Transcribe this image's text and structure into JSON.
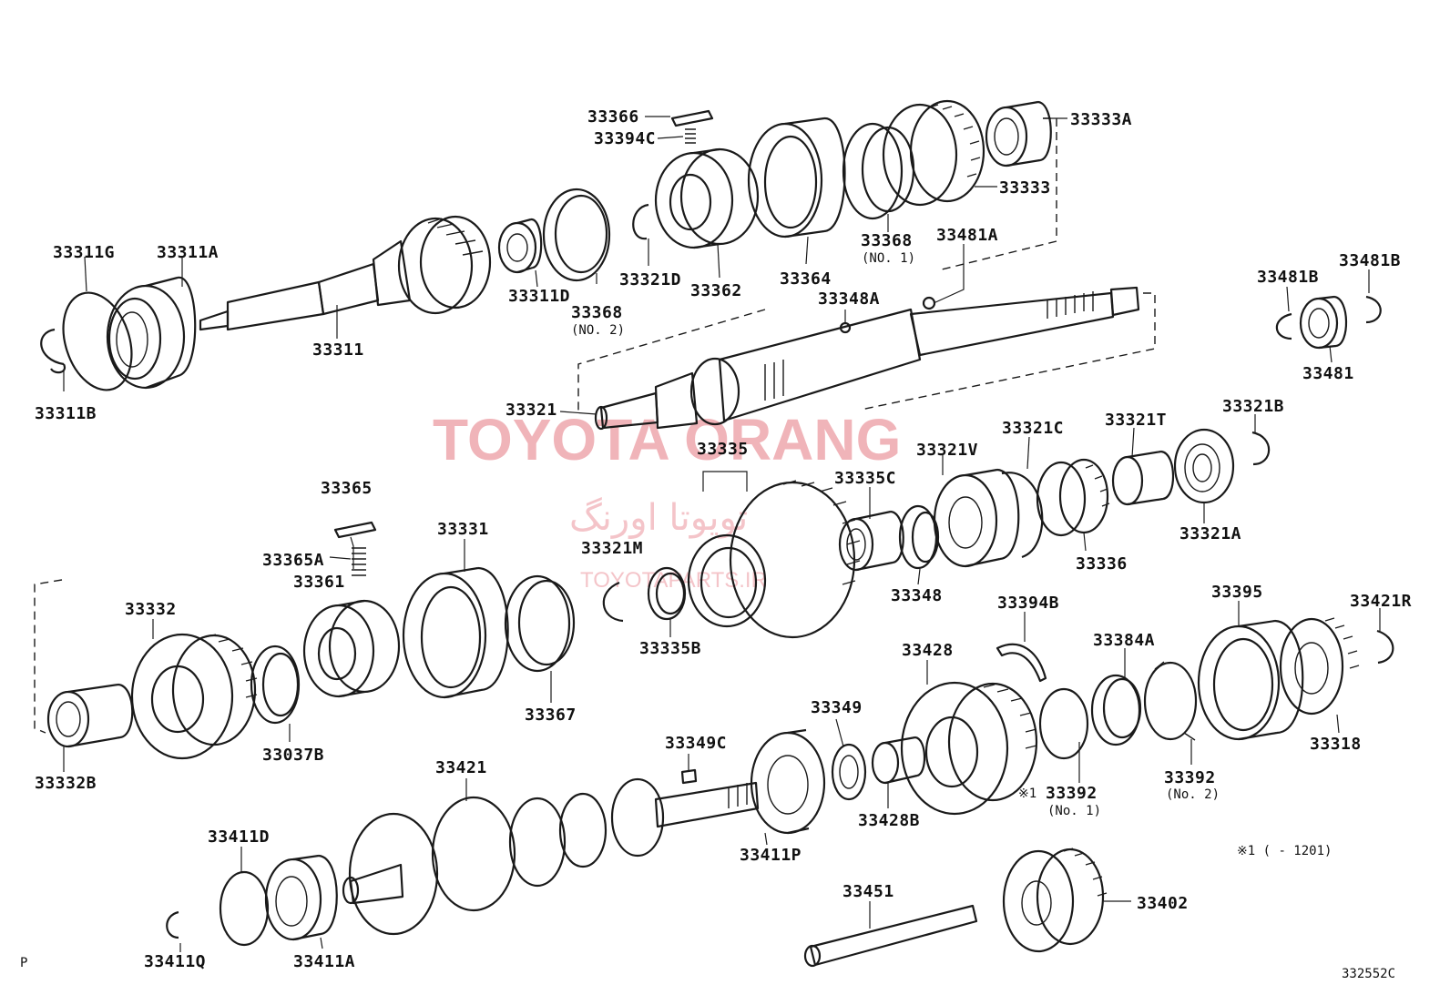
{
  "watermark": {
    "brand": "TOYOTA ORANG",
    "brand_fa": "تویوتا اورنگ",
    "site": "TOYOTAPARTS.IR"
  },
  "corner": {
    "left_code": "P",
    "diagram_code": "332552C"
  },
  "footnote": {
    "mark": "※1",
    "text": "※1 (        - 1201)"
  },
  "labels": [
    {
      "id": "33366",
      "text": "33366"
    },
    {
      "id": "33394C",
      "text": "33394C"
    },
    {
      "id": "33333A",
      "text": "33333A"
    },
    {
      "id": "33333",
      "text": "33333"
    },
    {
      "id": "33311G",
      "text": "33311G"
    },
    {
      "id": "33311A",
      "text": "33311A"
    },
    {
      "id": "33368-1",
      "text": "33368",
      "sub": "(NO. 1)"
    },
    {
      "id": "33481A",
      "text": "33481A"
    },
    {
      "id": "33311D",
      "text": "33311D"
    },
    {
      "id": "33368-2",
      "text": "33368",
      "sub": "(NO. 2)"
    },
    {
      "id": "33321D",
      "text": "33321D"
    },
    {
      "id": "33362",
      "text": "33362"
    },
    {
      "id": "33364",
      "text": "33364"
    },
    {
      "id": "33348A",
      "text": "33348A"
    },
    {
      "id": "33481B-1",
      "text": "33481B"
    },
    {
      "id": "33481B-2",
      "text": "33481B"
    },
    {
      "id": "33481",
      "text": "33481"
    },
    {
      "id": "33311",
      "text": "33311"
    },
    {
      "id": "33311B",
      "text": "33311B"
    },
    {
      "id": "33321",
      "text": "33321"
    },
    {
      "id": "33321C",
      "text": "33321C"
    },
    {
      "id": "33321T",
      "text": "33321T"
    },
    {
      "id": "33321B",
      "text": "33321B"
    },
    {
      "id": "33335",
      "text": "33335"
    },
    {
      "id": "33321V",
      "text": "33321V"
    },
    {
      "id": "33335C",
      "text": "33335C"
    },
    {
      "id": "33365",
      "text": "33365"
    },
    {
      "id": "33331",
      "text": "33331"
    },
    {
      "id": "33321M",
      "text": "33321M"
    },
    {
      "id": "33336",
      "text": "33336"
    },
    {
      "id": "33321A",
      "text": "33321A"
    },
    {
      "id": "33365A",
      "text": "33365A"
    },
    {
      "id": "33361",
      "text": "33361"
    },
    {
      "id": "33332",
      "text": "33332"
    },
    {
      "id": "33348",
      "text": "33348"
    },
    {
      "id": "33394B",
      "text": "33394B"
    },
    {
      "id": "33395",
      "text": "33395"
    },
    {
      "id": "33421R",
      "text": "33421R"
    },
    {
      "id": "33335B",
      "text": "33335B"
    },
    {
      "id": "33428",
      "text": "33428"
    },
    {
      "id": "33384A",
      "text": "33384A"
    },
    {
      "id": "33367",
      "text": "33367"
    },
    {
      "id": "33349",
      "text": "33349"
    },
    {
      "id": "33318",
      "text": "33318"
    },
    {
      "id": "33037B",
      "text": "33037B"
    },
    {
      "id": "33349C",
      "text": "33349C"
    },
    {
      "id": "33332B",
      "text": "33332B"
    },
    {
      "id": "33421",
      "text": "33421"
    },
    {
      "id": "33392-1",
      "text": "33392",
      "sub": "(No. 1)"
    },
    {
      "id": "33392-2",
      "text": "33392",
      "sub": "(No. 2)"
    },
    {
      "id": "33428B",
      "text": "33428B"
    },
    {
      "id": "33411D",
      "text": "33411D"
    },
    {
      "id": "33411P",
      "text": "33411P"
    },
    {
      "id": "33451",
      "text": "33451"
    },
    {
      "id": "33402",
      "text": "33402"
    },
    {
      "id": "33411Q",
      "text": "33411Q"
    },
    {
      "id": "33411A",
      "text": "33411A"
    }
  ]
}
